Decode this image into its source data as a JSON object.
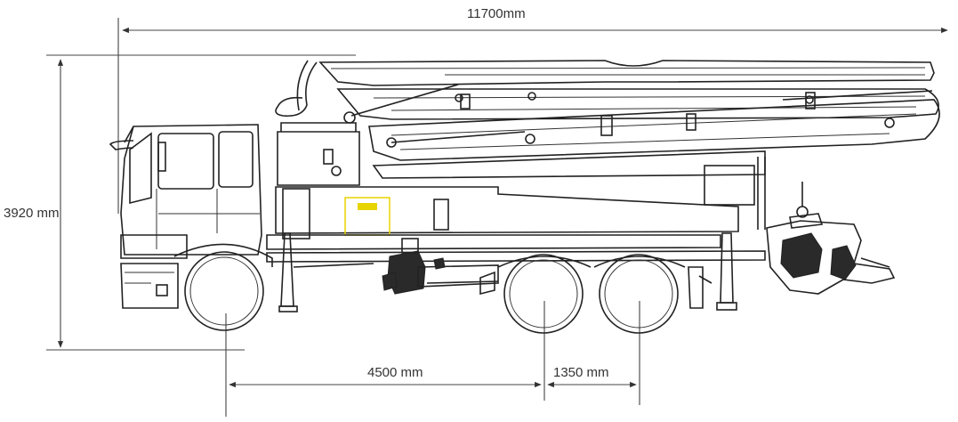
{
  "dimensions": {
    "overall_length": "11700mm",
    "overall_height": "3920 mm",
    "wheelbase": "4500 mm",
    "rear_axle_spacing": "1350 mm"
  },
  "colors": {
    "line": "#222222",
    "dimension_line": "#444444",
    "highlight_box": "#e8d400"
  }
}
